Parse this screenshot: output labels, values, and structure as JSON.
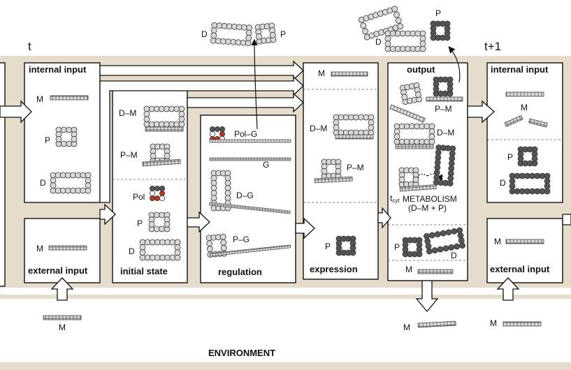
{
  "time": {
    "current": "t",
    "next": "t+1"
  },
  "panels": {
    "internal_input": "internal input",
    "external_input": "external input",
    "initial_state": "initial state",
    "regulation": "regulation",
    "expression": "expression",
    "output": "output",
    "internal_input_next": "internal input",
    "external_input_next": "external input"
  },
  "labels": {
    "M": "M",
    "P": "P",
    "D": "D",
    "D_M": "D–M",
    "P_M": "P–M",
    "Pol": "Pol",
    "Pol_G": "Pol–G",
    "G": "G",
    "D_G": "D–G",
    "P_G": "P–G",
    "tcyt": "t",
    "tcyt_sub": "cyt",
    "metabolism": "METABOLISM",
    "metabolism_formula": "(D–M + P)",
    "environment": "ENVIRONMENT"
  },
  "colors": {
    "band": "#e6dccb",
    "protein_light": "#d9d9d9",
    "protein_dark": "#555555",
    "pol_red": "#b5391f"
  }
}
